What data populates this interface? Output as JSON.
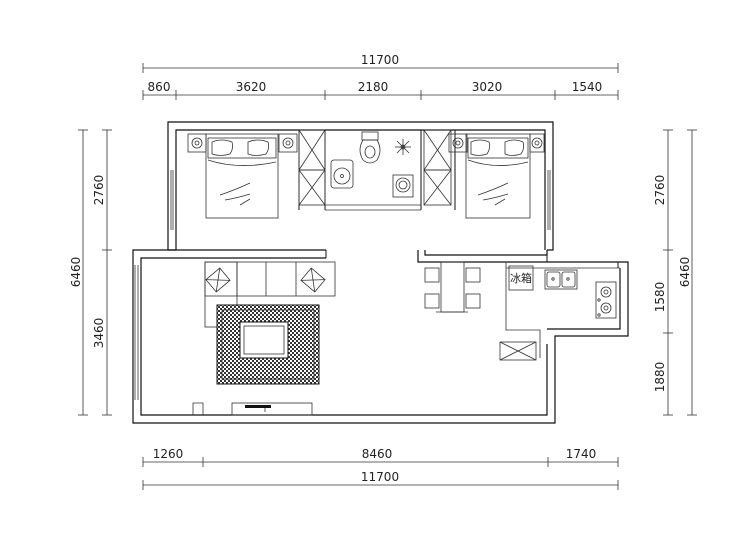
{
  "dimensions": {
    "top_total": "11700",
    "top_segments": [
      "860",
      "3620",
      "2180",
      "3020",
      "1540"
    ],
    "bottom_segments": [
      "1260",
      "8460",
      "1740"
    ],
    "bottom_total": "11700",
    "left_total": "6460",
    "left_segments": [
      "2760",
      "3460"
    ],
    "right_total": "6460",
    "right_segments": [
      "2760",
      "1580",
      "1880"
    ]
  },
  "labels": {
    "fridge": "冰箱"
  },
  "colors": {
    "ink": "#111111",
    "background": "#ffffff"
  }
}
